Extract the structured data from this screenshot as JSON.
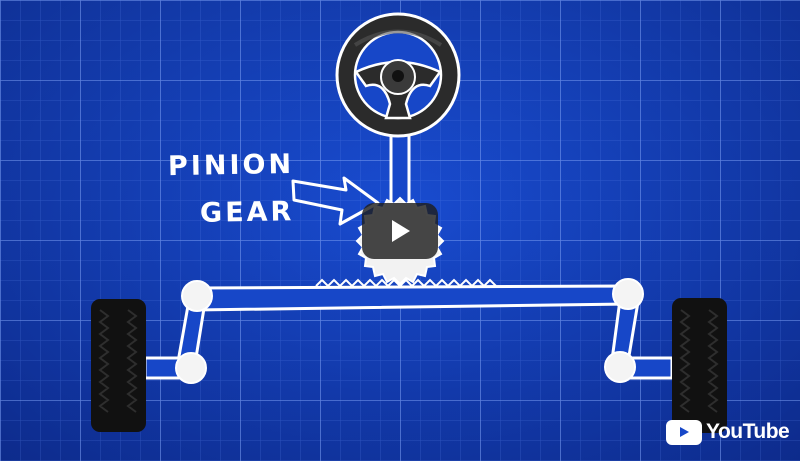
{
  "video": {
    "label_line1": "PINION",
    "label_line2": "GEAR",
    "play_icon": "play-icon",
    "brand_text": "YouTube",
    "brand_icon": "youtube-logo-icon"
  },
  "colors": {
    "blueprint_background": "#1747c8",
    "grid_line": "#5f86ee",
    "drawing_line": "#ffffff",
    "tire": "#111111",
    "steering_wheel": "#2b2b2b"
  }
}
